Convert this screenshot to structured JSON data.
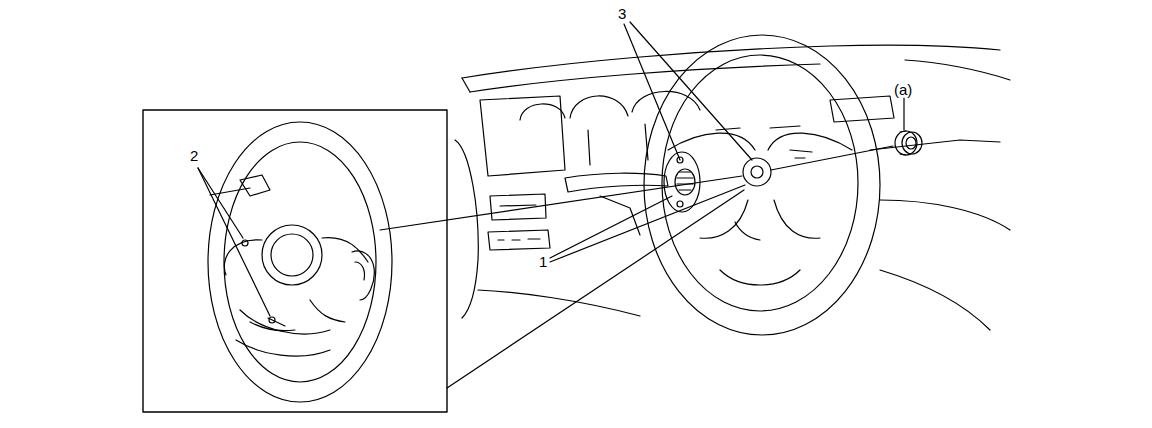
{
  "diagram": {
    "labels": [
      "3",
      "(a)",
      "2",
      "1"
    ]
  }
}
